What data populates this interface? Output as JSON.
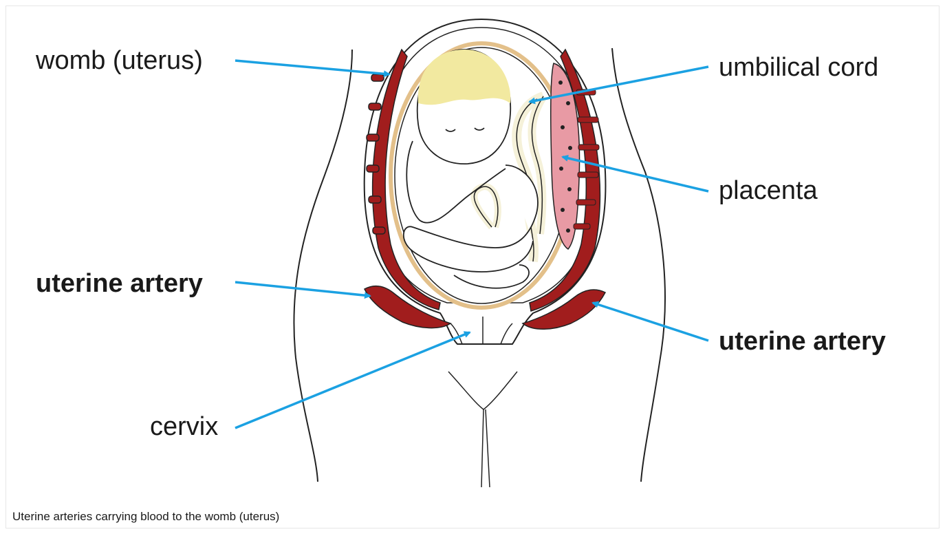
{
  "labels": {
    "womb": "womb (uterus)",
    "umbilical_cord": "umbilical cord",
    "placenta": "placenta",
    "uterine_artery_left": "uterine artery",
    "uterine_artery_right": "uterine artery",
    "cervix": "cervix"
  },
  "caption": "Uterine arteries carrying blood to the womb (uterus)",
  "colors": {
    "artery": "#a11d1d",
    "arrow": "#1ba1e2",
    "placenta": "#e89aa4",
    "hair": "#f2e9a0",
    "cord": "#f5f1d9",
    "uterus_lining": "#e3c08a"
  }
}
